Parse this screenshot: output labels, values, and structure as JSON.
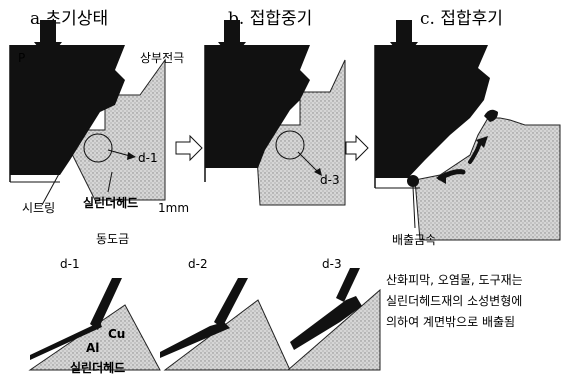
{
  "stages": {
    "a": "a.초기상태",
    "b": "b. 접합중기",
    "c": "c. 접합후기"
  },
  "labels": {
    "p": "P",
    "upper_electrode": "상부전극",
    "sheet_ring": "시트링",
    "cylinder_head": "실린더헤드",
    "scale": "1mm",
    "copper_alloy": "동도금",
    "discharged_metal": "배출금속",
    "d1_a": "d-1",
    "d3_b": "d-3",
    "d1": "d-1",
    "d2": "d-2",
    "d3": "d-3",
    "cu": "Cu",
    "al": "Al",
    "cylinder_head_small": "실린더헤드"
  },
  "note": {
    "line1": "산화피막, 오염물, 도구재는",
    "line2": "실린더헤드재의 소성변형에",
    "line3": "의하여 계면밖으로 배출됨"
  }
}
